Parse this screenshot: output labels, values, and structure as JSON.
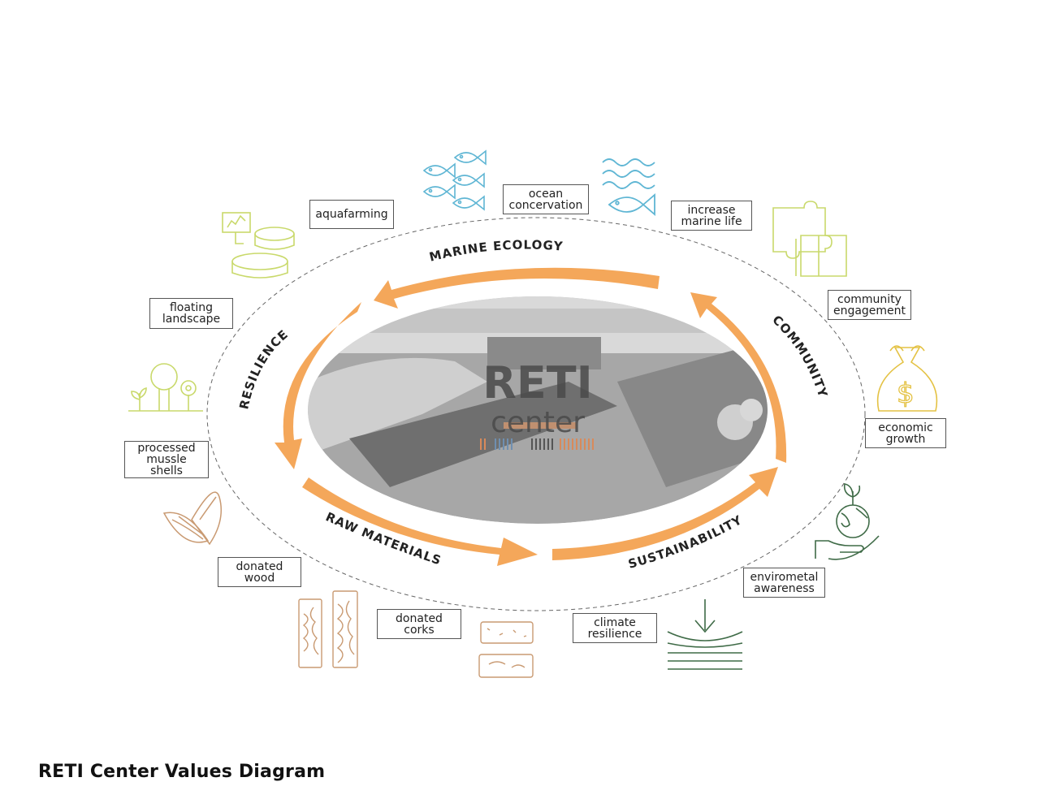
{
  "title": "RETI Center Values Diagram",
  "center": {
    "logo_line1": "RETI",
    "logo_line2": "center"
  },
  "cycle": {
    "marine_ecology": "MARINE ECOLOGY",
    "community": "COMMUNITY",
    "sustainability": "SUSTAINABILITY",
    "raw_materials": "RAW MATERIALS",
    "resilience": "RESILIENCE"
  },
  "labels": {
    "aquafarming": "aquafarming",
    "ocean_concervation": "ocean\nconcervation",
    "increase_marine_life": "increase\nmarine life",
    "community_engagement": "community\nengagement",
    "economic_growth": "economic\ngrowth",
    "enviromental_awareness": "envirometal\nawareness",
    "climate_resilience": "climate\nresilience",
    "donated_corks": "donated\ncorks",
    "donated_wood": "donated\nwood",
    "processed_mussle_shells": "processed\nmussle\nshells",
    "floating_landscape": "floating\nlandscape"
  },
  "colors": {
    "arrow": "#f4a75a",
    "fish": "#5fb6d4",
    "lime": "#c9d96b",
    "gold": "#e4c244",
    "green": "#3f6b47",
    "brown": "#c99a72",
    "photo": "#a7a7a7"
  }
}
